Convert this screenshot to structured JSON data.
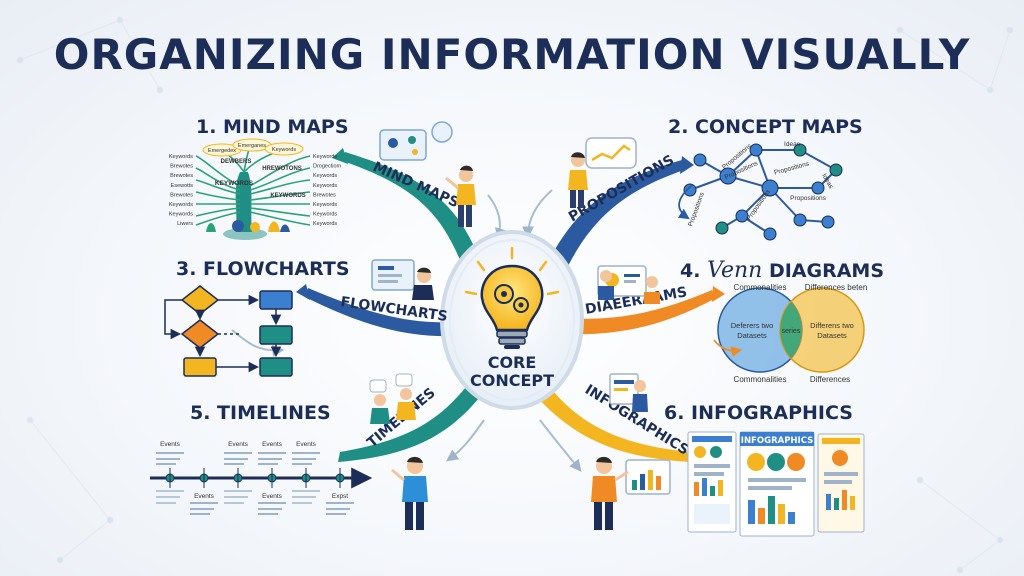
{
  "title": "ORGANIZING INFORMATION VISUALLY",
  "core": {
    "line1": "CORE",
    "line2": "CONCEPT"
  },
  "sections": {
    "mind_maps": "1. MIND MAPS",
    "concept_maps": "2. CONCEPT MAPS",
    "flowcharts": "3. FLOWCHARTS",
    "venn_prefix": "4.",
    "venn_word": "Venn",
    "venn_suffix": "DIAGRAMS",
    "timelines": "5. TIMELINES",
    "infographics": "6. INFOGRAPHICS"
  },
  "branches": {
    "mind_maps": "MIND MAPS",
    "propositions": "PROPOSITIONS",
    "flowcharts": "FLOWCHARTS",
    "diagrams": "DIAEERAAMS",
    "timelines": "TIMELINES",
    "infographics": "INFOGRAPHICS"
  },
  "mind_map": {
    "bubbles": [
      "Emergedex",
      "Emerganes",
      "Keywords"
    ],
    "crown": [
      "DEWBERS",
      "HREWOTONS"
    ],
    "keywords_main": "KEYWORDS",
    "keyword_right": "KEYWORDS",
    "left": [
      "Keywords",
      "Brewotes",
      "Brewotes",
      "Esewotts",
      "Brewotes",
      "Keywords",
      "Keywords",
      "Liwers"
    ],
    "right": [
      "Keywords",
      "Drogectiom",
      "Keywords",
      "Keywords",
      "Brewotes",
      "Keywords",
      "Keywords",
      "Keywords"
    ]
  },
  "concept_map": {
    "labels": [
      "Propositions",
      "Ideas",
      "Propositions",
      "Propositions",
      "Propositions",
      "Propositions",
      "Propositions",
      "Ideas"
    ]
  },
  "venn": {
    "top_left": "Commonalities",
    "top_right": "Differences beten",
    "left": [
      "Deferers two",
      "Datasets"
    ],
    "center": "series",
    "right": [
      "Differens two",
      "Datasets"
    ],
    "bottom_left": "Commonalities",
    "bottom_right": "Differences"
  },
  "timeline": {
    "top": [
      "Events",
      "Events",
      "Events",
      "Events"
    ],
    "bottom": [
      "Events",
      "Events",
      "Expst"
    ]
  },
  "infographics": {
    "header": "INFOGRAPHICS"
  },
  "colors": {
    "navy": "#1c2e57",
    "teal": "#1f8f85",
    "blue": "#2c5aa0",
    "orange": "#f08a24",
    "yellow": "#f3b621",
    "green": "#2aa37a"
  }
}
